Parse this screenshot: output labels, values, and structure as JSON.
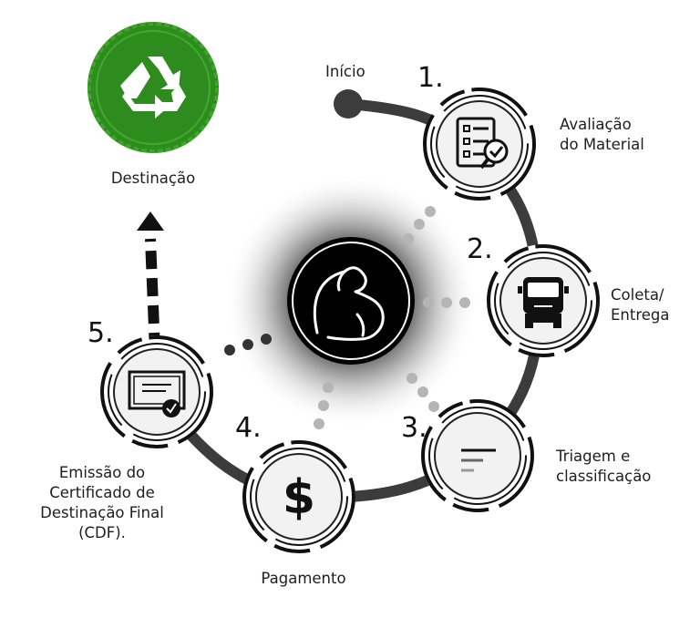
{
  "start": {
    "label": "Início"
  },
  "destination": {
    "label": "Destinação",
    "icon": "recycle-icon",
    "color": "#2e8b1e"
  },
  "center": {
    "icon": "flexed-arm-icon"
  },
  "steps": [
    {
      "number": "1.",
      "lines": [
        "Avaliação",
        "do Material"
      ],
      "icon": "checklist-icon"
    },
    {
      "number": "2.",
      "lines": [
        "Coleta/",
        "Entrega"
      ],
      "icon": "truck-icon"
    },
    {
      "number": "3.",
      "lines": [
        "Triagem e",
        "classificação"
      ],
      "icon": "sorting-lines-icon"
    },
    {
      "number": "4.",
      "lines": [
        "Pagamento"
      ],
      "icon": "dollar-icon"
    },
    {
      "number": "5.",
      "lines": [
        "Emissão do",
        "Certificado de",
        "Destinação Final",
        "(CDF)."
      ],
      "icon": "certificate-icon"
    }
  ]
}
